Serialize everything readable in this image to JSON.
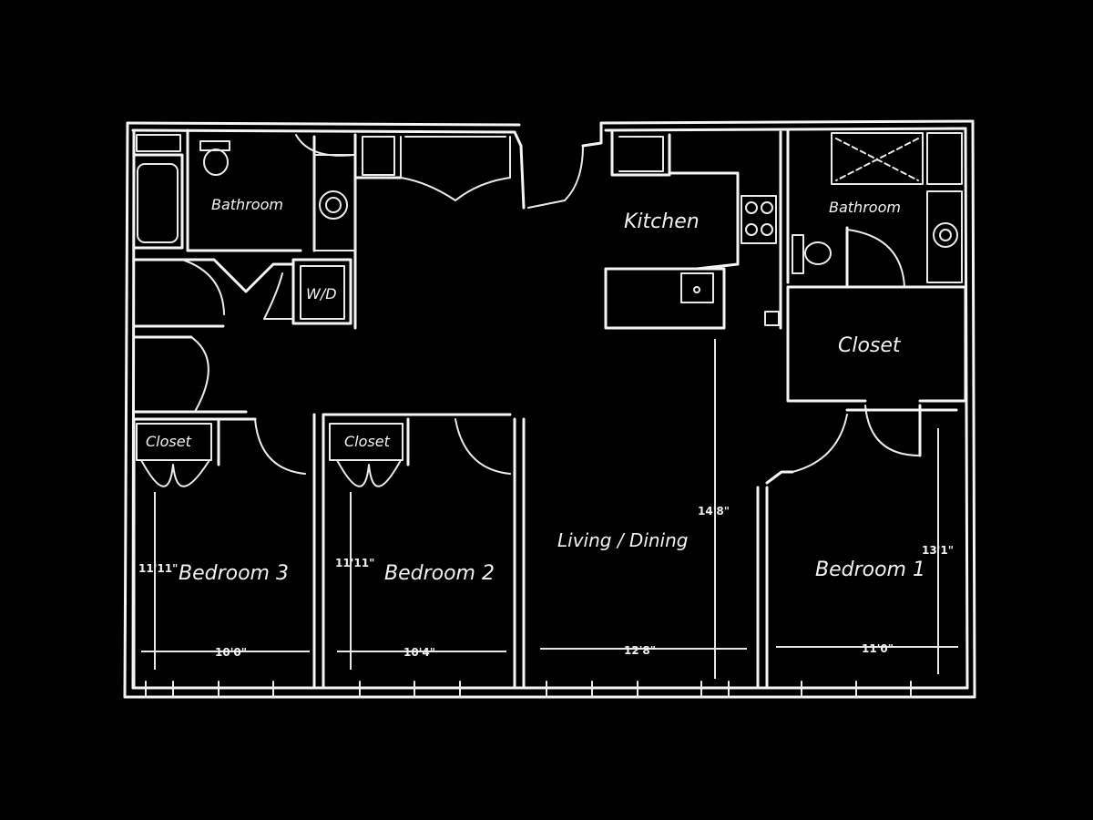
{
  "colors": {
    "background": "#000000",
    "line": "#f4f4f4"
  },
  "rooms": {
    "bathroom_left": "Bathroom",
    "kitchen": "Kitchen",
    "bathroom_right": "Bathroom",
    "wd": "W/D",
    "closet_right": "Closet",
    "closet_bed3": "Closet",
    "closet_bed2": "Closet",
    "living_dining": "Living / Dining",
    "bedroom3": "Bedroom 3",
    "bedroom2": "Bedroom 2",
    "bedroom1": "Bedroom 1"
  },
  "dimensions": {
    "bed3_depth": "11'11\"",
    "bed3_width": "10'0\"",
    "bed2_depth": "11'11\"",
    "bed2_width": "10'4\"",
    "living_depth": "14'8\"",
    "living_width": "12'8\"",
    "bed1_depth": "13'1\"",
    "bed1_width": "11'0\""
  }
}
